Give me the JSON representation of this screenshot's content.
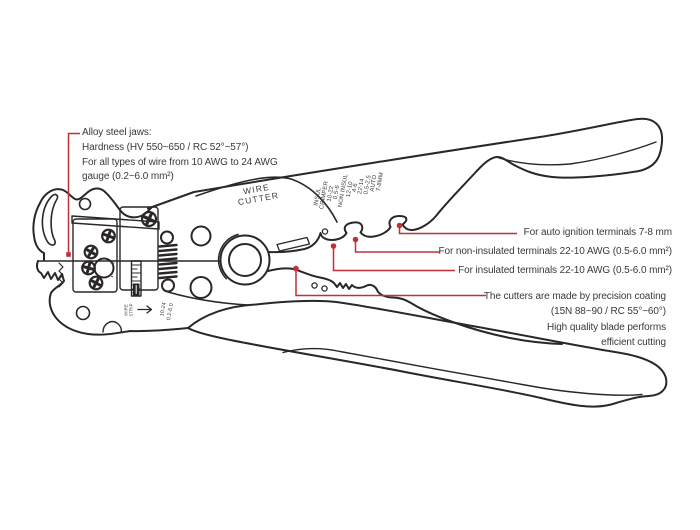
{
  "annotations": {
    "jaws": {
      "lines": [
        "Alloy steel jaws:",
        "Hardness (HV 550~650 / RC 52°~57°)",
        "For all types of wire from 10 AWG to 24 AWG",
        "gauge (0.2~6.0 mm²)"
      ]
    },
    "auto_ignition": "For auto ignition terminals 7-8 mm",
    "non_insulated": "For non-insulated terminals 22-10 AWG (0.5-6.0 mm²)",
    "insulated": "For insulated terminals 22-10 AWG (0.5-6.0 mm²)",
    "cutters": {
      "lines": [
        "The cutters are made by precision coating",
        "(15N 88~90 / RC 55°~60°)",
        "High quality blade performs",
        "efficient cutting"
      ]
    }
  },
  "tool": {
    "blade_label": [
      "WIRE",
      "CUTTER"
    ],
    "gauge_labels": [
      "INSUL",
      "CRIMPER",
      "10-22",
      "0.5-6",
      "NON INSUL",
      "12-10",
      "4-6",
      "22-14",
      "0.5-2.5",
      "AUTO",
      "7-8MM"
    ],
    "strip_label": [
      "WIRE",
      "STRIP"
    ],
    "strip_awg": "10-24",
    "strip_mm": "0.2-6.0",
    "knob_plus": "+",
    "knob_minus": "-"
  },
  "colors": {
    "line": "#2b2728",
    "red": "#c13039",
    "text": "#3a3a3b"
  }
}
